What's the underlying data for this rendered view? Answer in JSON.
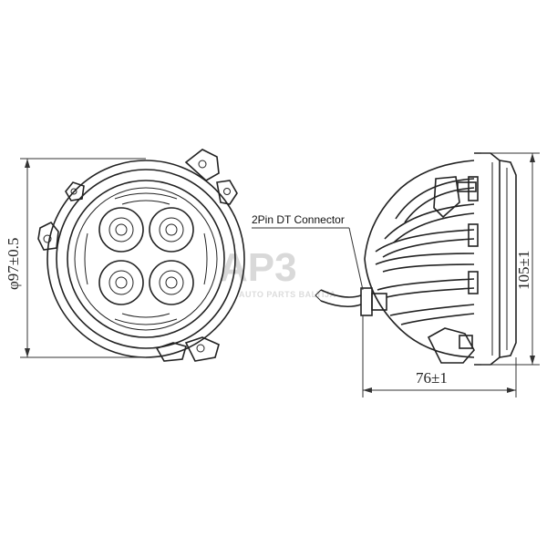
{
  "dimensions": {
    "diameter": "φ97±0.5",
    "height": "105±1",
    "depth": "76±1"
  },
  "annotations": {
    "connector": "2Pin DT Connector"
  },
  "watermark": {
    "logo": "AP3",
    "subtitle": "AUTO PARTS BALTIJA"
  },
  "colors": {
    "line": "#222222",
    "watermark": "#d9d9d9"
  }
}
